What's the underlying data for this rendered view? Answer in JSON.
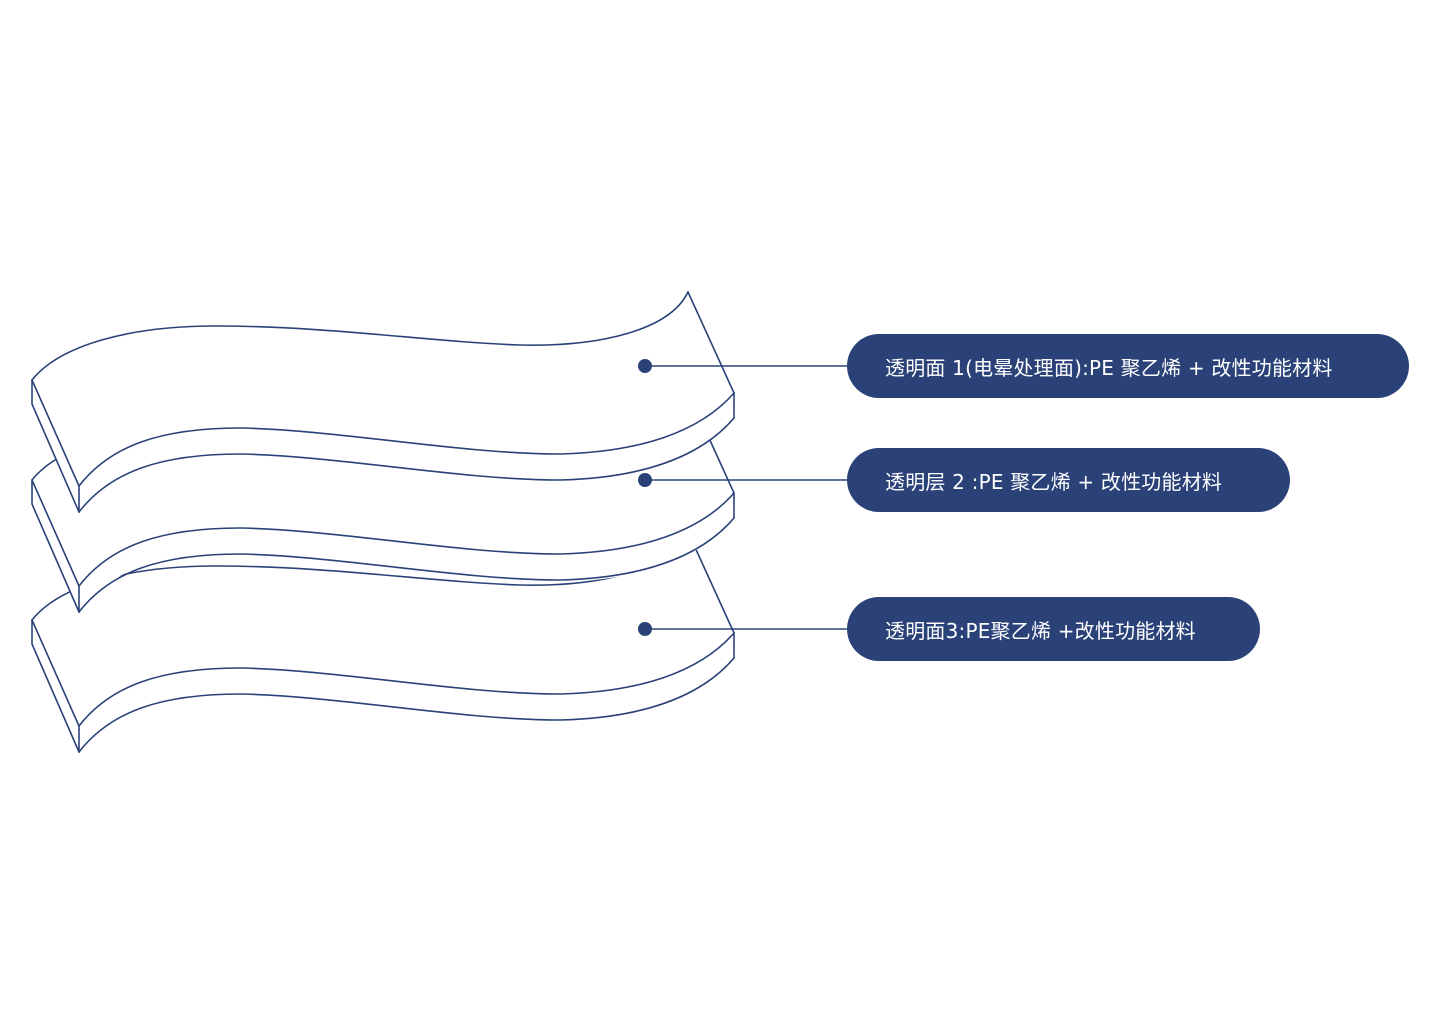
{
  "diagram": {
    "title": "",
    "colors": {
      "accent": "#2b4279",
      "background": "#ffffff",
      "label_text": "#ffffff"
    },
    "layers": [
      {
        "id": "layer-1",
        "label": "透明面 1(电晕处理面):PE 聚乙烯 + 改性功能材料"
      },
      {
        "id": "layer-2",
        "label": "透明层 2 :PE 聚乙烯 + 改性功能材料"
      },
      {
        "id": "layer-3",
        "label": "透明面3:PE聚乙烯 +改性功能材料"
      }
    ]
  }
}
